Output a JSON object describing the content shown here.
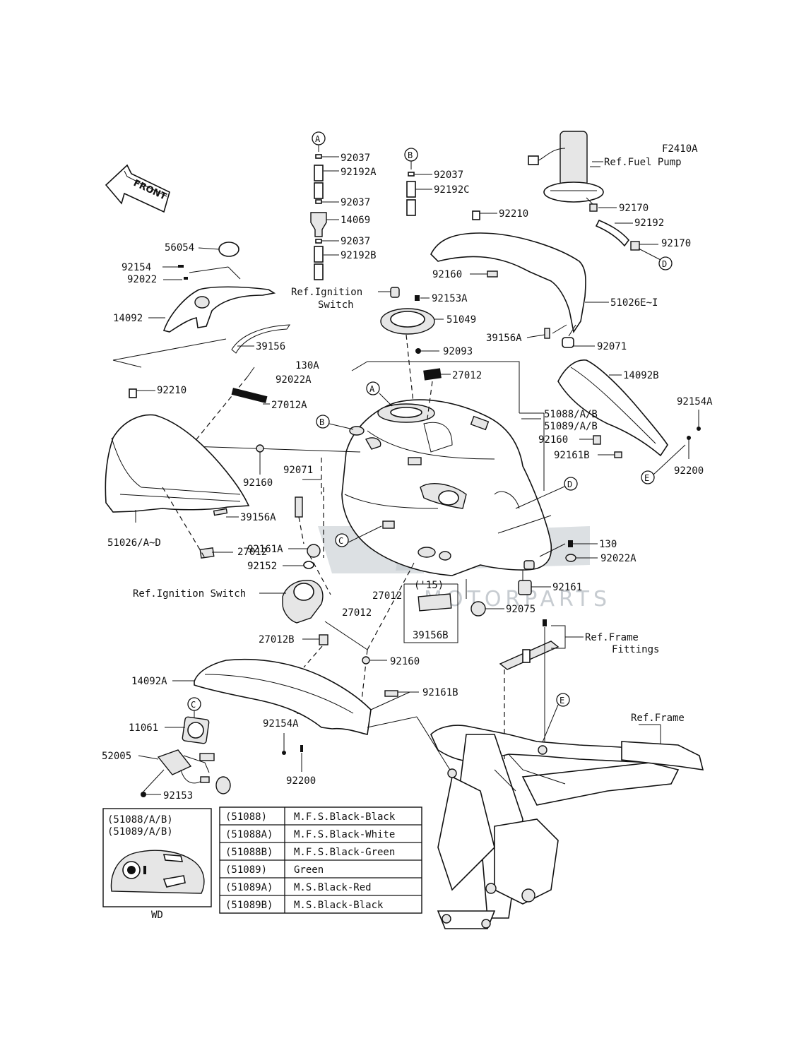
{
  "diagram": {
    "id": "F2410A",
    "front_label": "FRONT",
    "watermark": "MOTORPARTS",
    "wd_label": "WD"
  },
  "callouts": {
    "A": "A",
    "B": "B",
    "C": "C",
    "D": "D",
    "E": "E"
  },
  "refs": {
    "fuel_pump": "Ref.Fuel Pump",
    "ignition_top_1": "Ref.Ignition",
    "ignition_top_2": "Switch",
    "ignition_switch": "Ref.Ignition Switch",
    "frame_fittings_1": "Ref.Frame",
    "frame_fittings_2": "Fittings",
    "frame": "Ref.Frame"
  },
  "labels": [
    {
      "k": "p92037a",
      "t": "92037"
    },
    {
      "k": "p92192a",
      "t": "92192A"
    },
    {
      "k": "p92037b",
      "t": "92037"
    },
    {
      "k": "p14069",
      "t": "14069"
    },
    {
      "k": "p92037c",
      "t": "92037"
    },
    {
      "k": "p92192b",
      "t": "92192B"
    },
    {
      "k": "p92037d",
      "t": "92037"
    },
    {
      "k": "p92192c",
      "t": "92192C"
    },
    {
      "k": "p92210top",
      "t": "92210"
    },
    {
      "k": "p92170a",
      "t": "92170"
    },
    {
      "k": "p92192",
      "t": "92192"
    },
    {
      "k": "p92170b",
      "t": "92170"
    },
    {
      "k": "p56054",
      "t": "56054"
    },
    {
      "k": "p92154",
      "t": "92154"
    },
    {
      "k": "p92022",
      "t": "92022"
    },
    {
      "k": "p14092",
      "t": "14092"
    },
    {
      "k": "p39156",
      "t": "39156"
    },
    {
      "k": "p92160top",
      "t": "92160"
    },
    {
      "k": "p92153a",
      "t": "92153A"
    },
    {
      "k": "p51049",
      "t": "51049"
    },
    {
      "k": "p51026ei",
      "t": "51026E~I"
    },
    {
      "k": "p39156a_r",
      "t": "39156A"
    },
    {
      "k": "p92071_r",
      "t": "92071"
    },
    {
      "k": "p92093",
      "t": "92093"
    },
    {
      "k": "p130a",
      "t": "130A"
    },
    {
      "k": "p92022a",
      "t": "92022A"
    },
    {
      "k": "p27012top",
      "t": "27012"
    },
    {
      "k": "p14092b",
      "t": "14092B"
    },
    {
      "k": "p92210left",
      "t": "92210"
    },
    {
      "k": "p27012a",
      "t": "27012A"
    },
    {
      "k": "p51088",
      "t": "51088/A/B"
    },
    {
      "k": "p51089",
      "t": "51089/A/B"
    },
    {
      "k": "p92154a_r",
      "t": "92154A"
    },
    {
      "k": "p92160_r",
      "t": "92160"
    },
    {
      "k": "p92161b_r",
      "t": "92161B"
    },
    {
      "k": "p92200_r",
      "t": "92200"
    },
    {
      "k": "p92160mid",
      "t": "92160"
    },
    {
      "k": "p92071_l",
      "t": "92071"
    },
    {
      "k": "p39156a_l",
      "t": "39156A"
    },
    {
      "k": "p27012left",
      "t": "27012"
    },
    {
      "k": "p51026ad",
      "t": "51026/A~D"
    },
    {
      "k": "p92161a",
      "t": "92161A"
    },
    {
      "k": "p92152",
      "t": "92152"
    },
    {
      "k": "p130",
      "t": "130"
    },
    {
      "k": "p92022a_r",
      "t": "92022A"
    },
    {
      "k": "p92161",
      "t": "92161"
    },
    {
      "k": "p27012mid",
      "t": "27012"
    },
    {
      "k": "p15",
      "t": "('15)"
    },
    {
      "k": "p27012low",
      "t": "27012"
    },
    {
      "k": "p92075",
      "t": "92075"
    },
    {
      "k": "p39156b",
      "t": "39156B"
    },
    {
      "k": "p27012b",
      "t": "27012B"
    },
    {
      "k": "p92160low",
      "t": "92160"
    },
    {
      "k": "p14092a",
      "t": "14092A"
    },
    {
      "k": "p92161b_l",
      "t": "92161B"
    },
    {
      "k": "p11061",
      "t": "11061"
    },
    {
      "k": "p92154a_l",
      "t": "92154A"
    },
    {
      "k": "p52005",
      "t": "52005"
    },
    {
      "k": "p92200_l",
      "t": "92200"
    },
    {
      "k": "p92153",
      "t": "92153"
    }
  ],
  "inset": {
    "line1": "(51088/A/B)",
    "line2": "(51089/A/B)"
  },
  "color_table": {
    "rows": [
      {
        "code": "(51088)",
        "color": "M.F.S.Black-Black"
      },
      {
        "code": "(51088A)",
        "color": "M.F.S.Black-White"
      },
      {
        "code": "(51088B)",
        "color": "M.F.S.Black-Green"
      },
      {
        "code": "(51089)",
        "color": "Green"
      },
      {
        "code": "(51089A)",
        "color": "M.S.Black-Red"
      },
      {
        "code": "(51089B)",
        "color": "M.S.Black-Black"
      }
    ]
  }
}
